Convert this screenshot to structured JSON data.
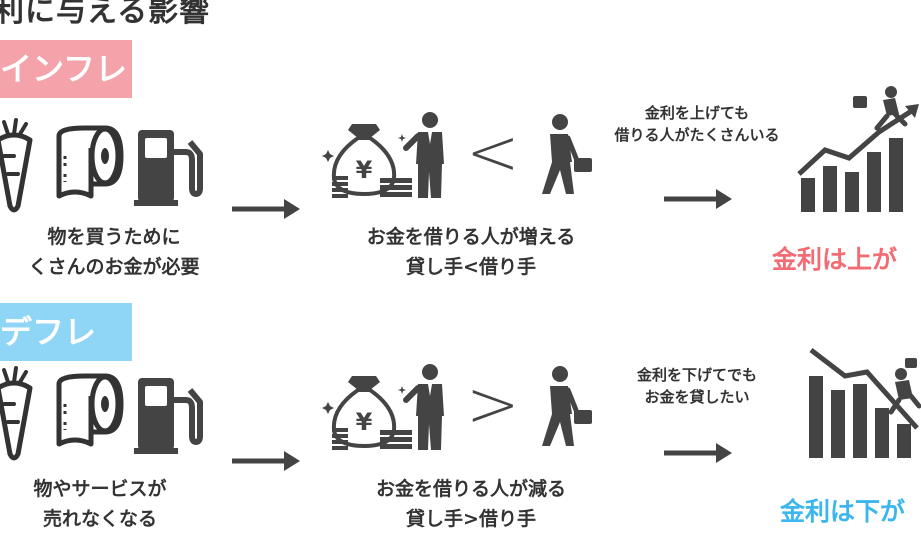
{
  "title": "利に与える影響",
  "colors": {
    "inflation": "#f4a3aa",
    "deflation": "#8fd6f6",
    "up": "#f36b73",
    "down": "#3bb6ee",
    "ink": "#333333"
  },
  "inflation": {
    "badge": "インフレ",
    "cause_caption": [
      "物を買うために",
      "くさんのお金が必要"
    ],
    "middle_caption": [
      "お金を借りる人が増える",
      "貸し手<借り手"
    ],
    "compare_symbol": "<",
    "note": [
      "金利を上げても",
      "借りる人がたくさんいる"
    ],
    "result": "金利は上が"
  },
  "deflation": {
    "badge": "デフレ",
    "cause_caption": [
      "物やサービスが",
      "売れなくなる"
    ],
    "middle_caption": [
      "お金を借りる人が減る",
      "貸し手>借り手"
    ],
    "compare_symbol": ">",
    "note": [
      "金利を下げてでも",
      "お金を貸したい"
    ],
    "result": "金利は下が"
  },
  "icons": [
    "carrot-icon",
    "toilet-paper-icon",
    "gas-pump-icon",
    "money-bag-icon",
    "lender-person-icon",
    "borrower-person-icon",
    "rising-chart-icon",
    "falling-chart-icon"
  ]
}
